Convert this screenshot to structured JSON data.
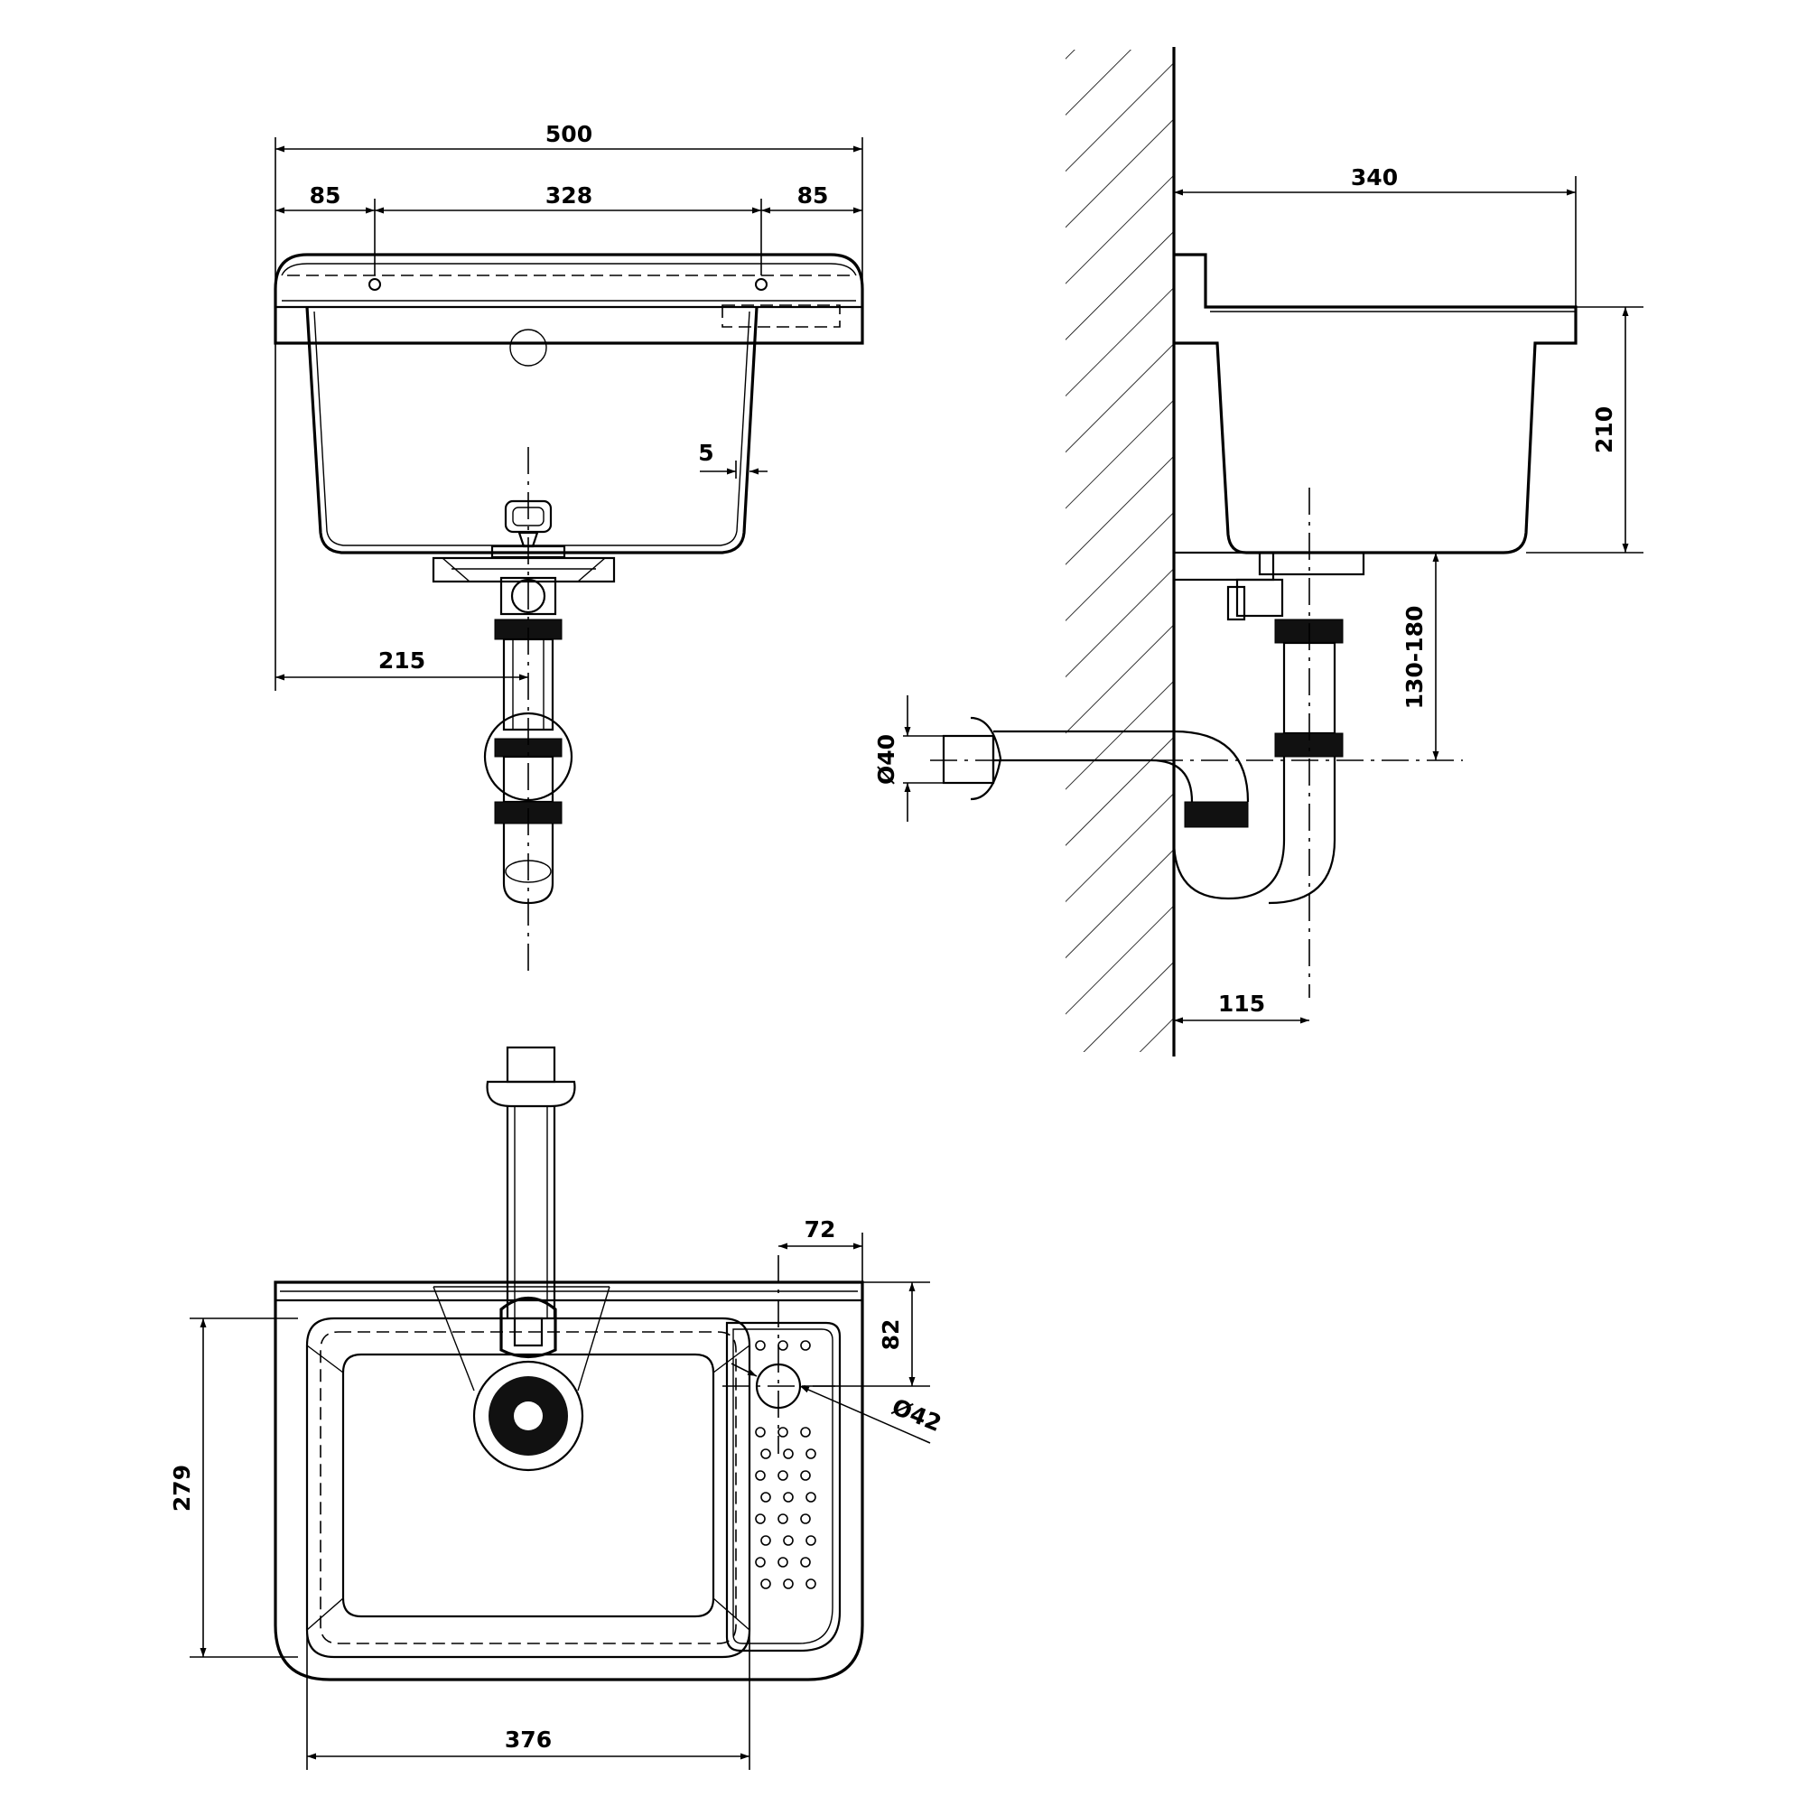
{
  "front_view": {
    "dim_total_width": "500",
    "dim_left_margin": "85",
    "dim_hole_spacing": "328",
    "dim_right_margin": "85",
    "dim_wall_thickness": "5",
    "dim_drain_offset": "215"
  },
  "side_view": {
    "dim_depth": "340",
    "dim_height": "210",
    "dim_trap_height": "130-180",
    "dim_outlet_diameter": "Ø40",
    "dim_trap_offset": "115"
  },
  "top_view": {
    "dim_grid_offset": "72",
    "dim_hole_depth": "82",
    "dim_hole_diameter": "Ø42",
    "dim_basin_depth": "279",
    "dim_basin_width": "376"
  }
}
